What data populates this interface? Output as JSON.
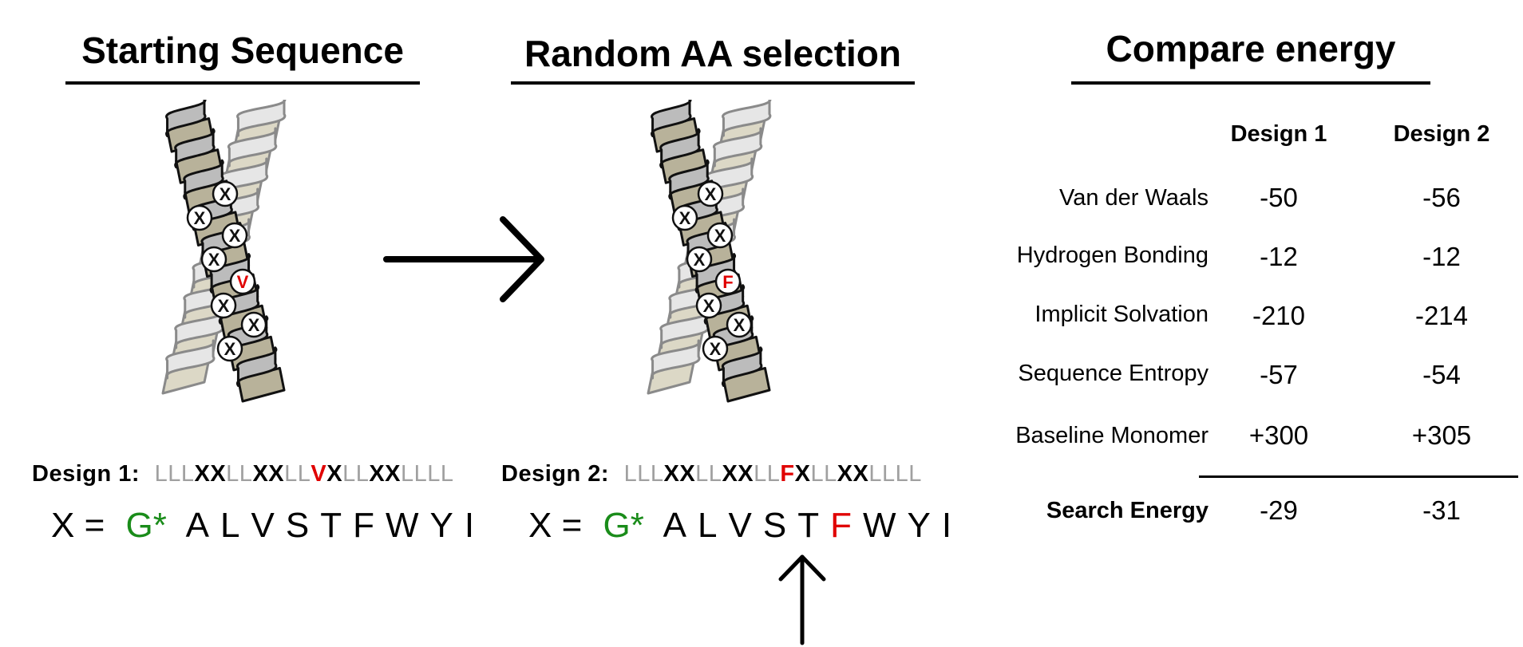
{
  "panels": {
    "left": {
      "title": "Starting Sequence"
    },
    "middle": {
      "title": "Random AA selection"
    },
    "right": {
      "title": "Compare energy"
    }
  },
  "helix1": {
    "markers": [
      "X",
      "X",
      "X",
      "X",
      "V",
      "X",
      "X",
      "X"
    ],
    "mutant": "V"
  },
  "helix2": {
    "markers": [
      "X",
      "X",
      "X",
      "X",
      "F",
      "X",
      "X",
      "X"
    ],
    "mutant": "F"
  },
  "design1": {
    "label": "Design 1:",
    "tokens": [
      {
        "t": "LLL",
        "k": "L"
      },
      {
        "t": "XX",
        "k": "X"
      },
      {
        "t": "LL",
        "k": "L"
      },
      {
        "t": "XX",
        "k": "X"
      },
      {
        "t": "LL",
        "k": "L"
      },
      {
        "t": "V",
        "k": "mut"
      },
      {
        "t": "X",
        "k": "X"
      },
      {
        "t": "LL",
        "k": "L"
      },
      {
        "t": "XX",
        "k": "X"
      },
      {
        "t": "LLLL",
        "k": "L"
      }
    ]
  },
  "design2": {
    "label": "Design 2:",
    "tokens": [
      {
        "t": "LLL",
        "k": "L"
      },
      {
        "t": "XX",
        "k": "X"
      },
      {
        "t": "LL",
        "k": "L"
      },
      {
        "t": "XX",
        "k": "X"
      },
      {
        "t": "LL",
        "k": "L"
      },
      {
        "t": "F",
        "k": "mut"
      },
      {
        "t": "X",
        "k": "X"
      },
      {
        "t": "LL",
        "k": "L"
      },
      {
        "t": "XX",
        "k": "X"
      },
      {
        "t": "LLLL",
        "k": "L"
      }
    ]
  },
  "alphabet1": {
    "prefix": "X =",
    "gly": "G*",
    "letters": [
      "A",
      "L",
      "V",
      "S",
      "T",
      "F",
      "W",
      "Y",
      "I"
    ],
    "highlight": ""
  },
  "alphabet2": {
    "prefix": "X =",
    "gly": "G*",
    "letters": [
      "A",
      "L",
      "V",
      "S",
      "T",
      "F",
      "W",
      "Y",
      "I"
    ],
    "highlight": "F"
  },
  "energy_table": {
    "columns": [
      "Design 1",
      "Design 2"
    ],
    "rows": [
      {
        "label": "Van der Waals",
        "d1": "-50",
        "d2": "-56"
      },
      {
        "label": "Hydrogen Bonding",
        "d1": "-12",
        "d2": "-12"
      },
      {
        "label": "Implicit Solvation",
        "d1": "-210",
        "d2": "-214"
      },
      {
        "label": "Sequence Entropy",
        "d1": "-57",
        "d2": "-54"
      },
      {
        "label": "Baseline Monomer",
        "d1": "+300",
        "d2": "+305"
      }
    ],
    "total": {
      "label": "Search Energy",
      "d1": "-29",
      "d2": "-31"
    }
  },
  "colors": {
    "glycine": "#1a8c1a",
    "mutation": "#e00000",
    "flank": "#a0a0a0"
  }
}
